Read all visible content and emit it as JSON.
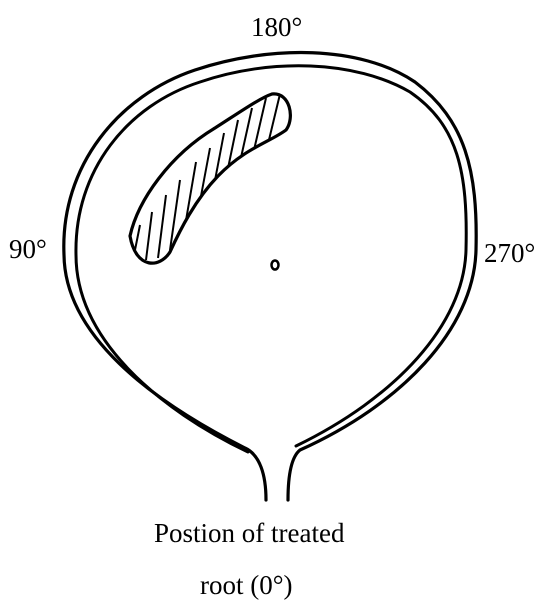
{
  "labels": {
    "top": "180°",
    "left": "90°",
    "right": "270°"
  },
  "caption": {
    "line1": "Postion of treated",
    "line2": "root (0°)"
  },
  "colors": {
    "stroke": "#000000",
    "background": "#ffffff"
  }
}
